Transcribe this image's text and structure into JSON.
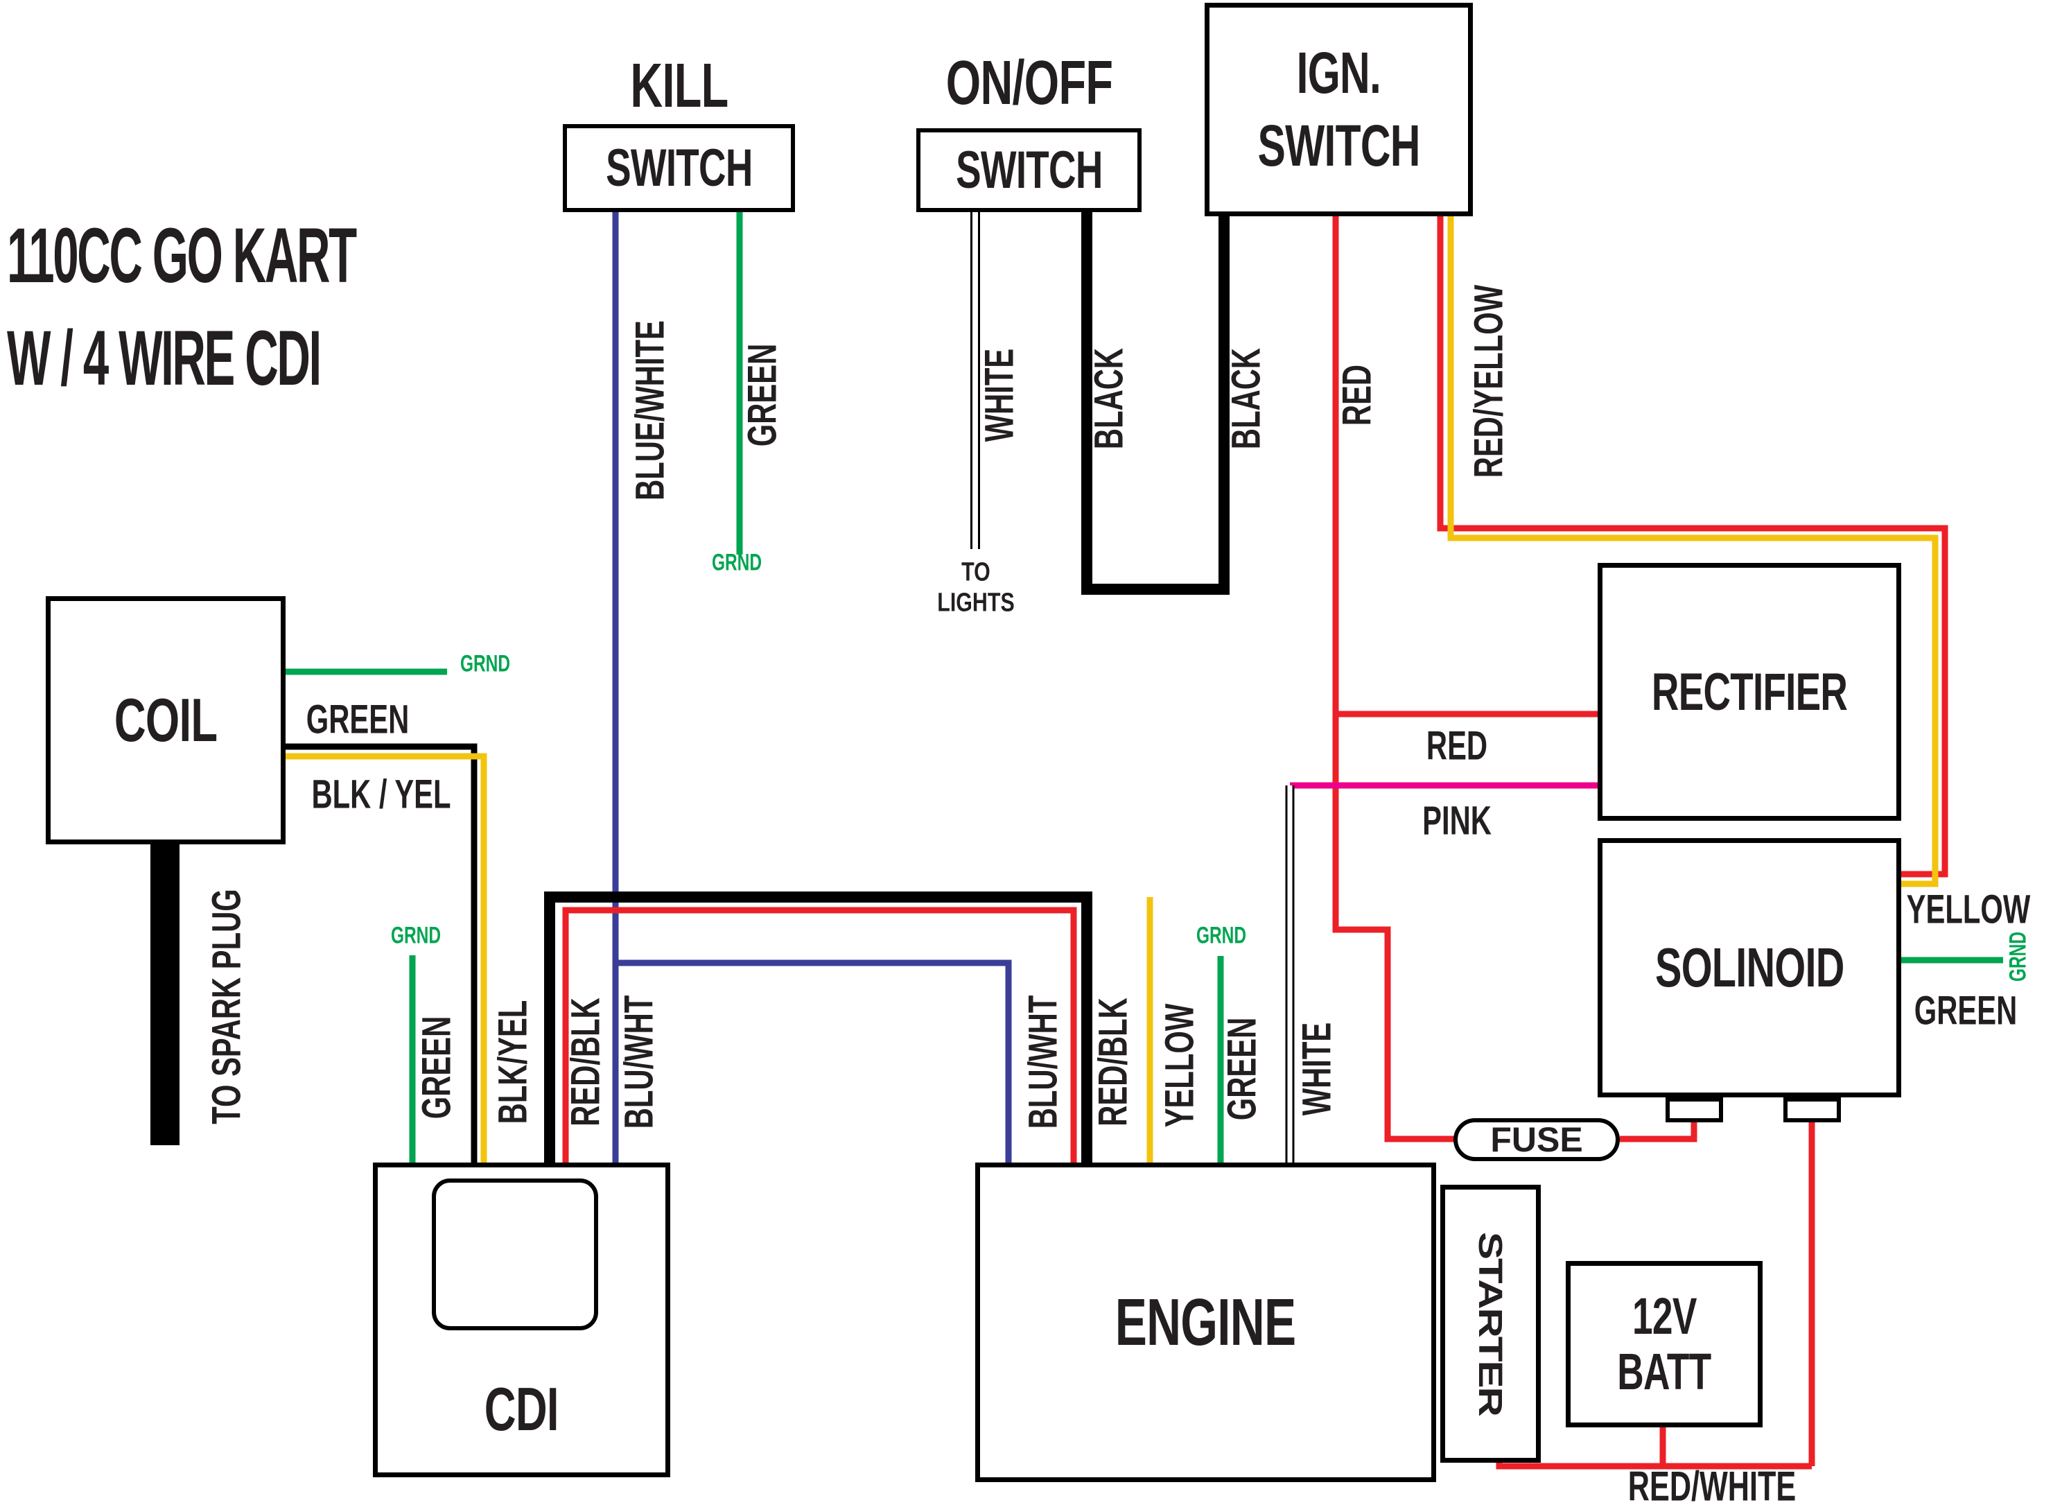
{
  "title": {
    "line1": "110CC GO KART",
    "line2": "W / 4 WIRE CDI"
  },
  "boxes": {
    "kill_switch": {
      "heading": "KILL",
      "label": "SWITCH"
    },
    "onoff_switch": {
      "heading": "ON/OFF",
      "label": "SWITCH"
    },
    "ign_switch": {
      "line1": "IGN.",
      "line2": "SWITCH"
    },
    "coil": {
      "label": "COIL"
    },
    "rectifier": {
      "label": "RECTIFIER"
    },
    "solenoid": {
      "label": "SOLINOID"
    },
    "cdi": {
      "label": "CDI"
    },
    "engine": {
      "label": "ENGINE"
    },
    "starter": {
      "label": "STARTER"
    },
    "battery": {
      "line1": "12V",
      "line2": "BATT"
    },
    "fuse": {
      "label": "FUSE"
    }
  },
  "wire_labels": {
    "blue_white": "BLUE/WHITE",
    "green_kill": "GREEN",
    "grnd_kill": "GRND",
    "white_onoff": "WHITE",
    "to_lights": "TO LIGHTS",
    "black_left": "BLACK",
    "black_right": "BLACK",
    "red_ign": "RED",
    "red_yellow": "RED/YELLOW",
    "green_coil": "GREEN",
    "grnd_coil": "GRND",
    "blk_yel_coil": "BLK / YEL",
    "to_spark_plug": "TO SPARK PLUG",
    "grnd_cdi": "GRND",
    "green_cdi": "GREEN",
    "blk_yel_cdi": "BLK/YEL",
    "red_blk_cdi": "RED/BLK",
    "blu_wht_cdi": "BLU/WHT",
    "blu_wht_engine": "BLU/WHT",
    "red_blk_engine": "RED/BLK",
    "yellow_engine": "YELLOW",
    "grnd_engine": "GRND",
    "green_engine": "GREEN",
    "white_engine": "WHITE",
    "red_rectifier": "RED",
    "pink": "PINK",
    "yellow_solenoid": "YELLOW",
    "grnd_solenoid": "GRND",
    "green_solenoid": "GREEN",
    "red_white": "RED/WHITE"
  },
  "colors": {
    "red": "#EC2027",
    "green": "#00A551",
    "yellow": "#F2C30F",
    "blue": "#3A3E99",
    "pink": "#EC008C",
    "black": "#000000",
    "white_wire": "#FFFFFF",
    "text": "#231F20"
  }
}
